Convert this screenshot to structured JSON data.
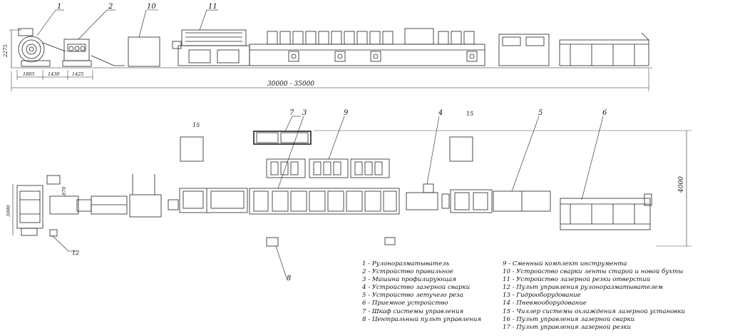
{
  "top_view": {
    "callouts": [
      "1",
      "2",
      "10",
      "11"
    ],
    "dimensions": {
      "height": "2275",
      "seg1": "1805",
      "seg2": "1430",
      "seg3": "1425",
      "overall": "30000 - 35000"
    }
  },
  "plan_view": {
    "callouts": {
      "c7": "7",
      "c3": "3",
      "c9": "9",
      "c4": "4",
      "c15a": "15",
      "c15b": "15",
      "c5": "5",
      "c6": "6",
      "c12": "12",
      "c8": "8"
    },
    "dimensions": {
      "width_right": "4000",
      "width_left": "3090",
      "offset": "870"
    }
  },
  "legend_left": [
    "1 - Рулоноразматыватель",
    "2 - Устройство правильное",
    "3 - Машина профилирующая",
    "4 - Устройство лазерной сварки",
    "5 - Устройство летучего реза",
    "6 - Приемное устройство",
    "7 - Шкаф системы управления",
    "8 - Центральный пульт управления"
  ],
  "legend_right": [
    "9 - Сменный комплект инструмента",
    "10 - Устройство сварки ленты старой и новой бухты",
    "11 - Устройство лазерной резки отверстий",
    "12 - Пульт управления рулоноразматывателем",
    "13 - Гидрооборудование",
    "14 - Пневмооборудование",
    "15 - Чиллер системы охлаждения лазерной установки",
    "16 - Пульт управления лазерной сварки",
    "17 - Пульт управления лазерной резки"
  ]
}
